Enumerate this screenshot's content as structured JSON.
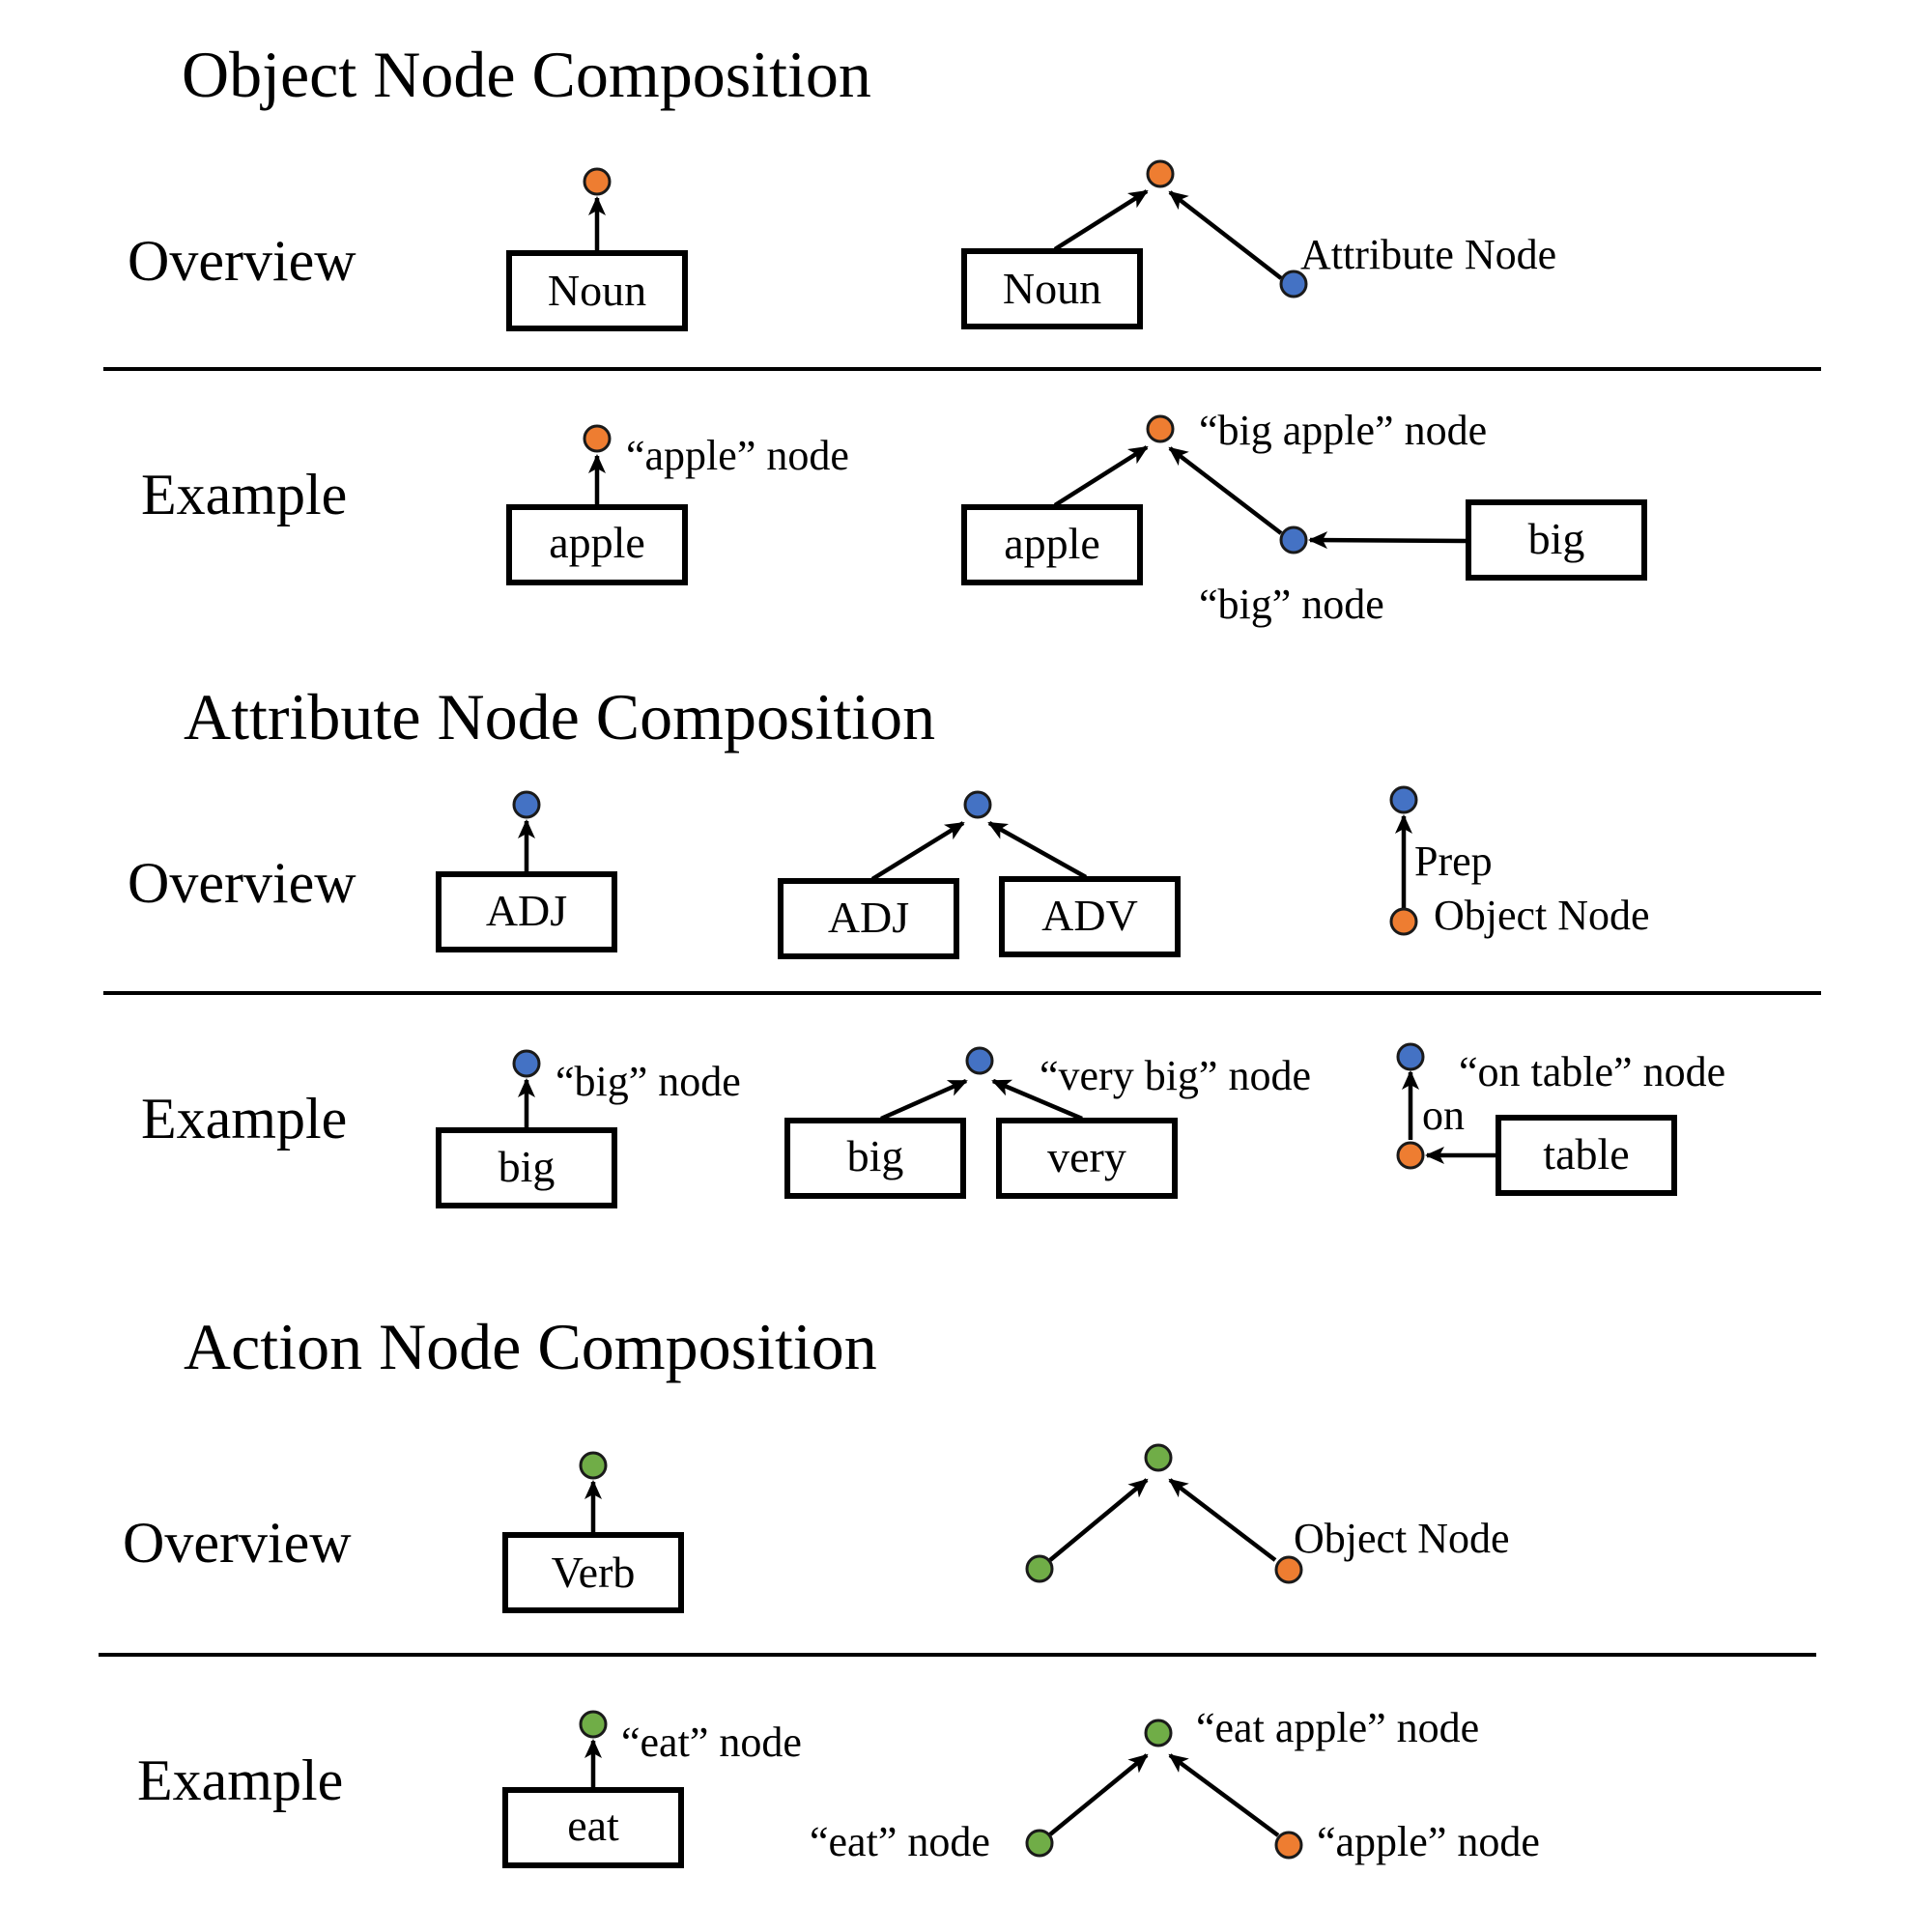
{
  "colors": {
    "object_node": "#ee7d31",
    "attribute_node": "#4472c4",
    "action_node": "#70ad47"
  },
  "sections": {
    "object": {
      "title": "Object Node Composition",
      "overview_label": "Overview",
      "example_label": "Example",
      "overview": {
        "noun_box_1": "Noun",
        "noun_box_2": "Noun",
        "attribute_node_label": "Attribute Node"
      },
      "example": {
        "apple_box_1": "apple",
        "apple_node_label": "“apple” node",
        "apple_box_2": "apple",
        "big_box": "big",
        "big_apple_node_label": "“big apple” node",
        "big_node_label": "“big” node"
      }
    },
    "attribute": {
      "title": "Attribute Node Composition",
      "overview_label": "Overview",
      "example_label": "Example",
      "overview": {
        "adj_box_1": "ADJ",
        "adj_box_2": "ADJ",
        "adv_box": "ADV",
        "prep_label": "Prep",
        "object_node_label": "Object Node"
      },
      "example": {
        "big_box_1": "big",
        "big_node_label": "“big” node",
        "big_box_2": "big",
        "very_box": "very",
        "very_big_node_label": "“very big” node",
        "on_label": "on",
        "table_box": "table",
        "on_table_node_label": "“on table” node"
      }
    },
    "action": {
      "title": "Action Node Composition",
      "overview_label": "Overview",
      "example_label": "Example",
      "overview": {
        "verb_box": "Verb",
        "object_node_label": "Object Node"
      },
      "example": {
        "eat_box": "eat",
        "eat_node_label": "“eat” node",
        "eat_apple_node_label": "“eat apple” node",
        "eat_node_label_2": "“eat” node",
        "apple_node_label": "“apple” node"
      }
    }
  }
}
